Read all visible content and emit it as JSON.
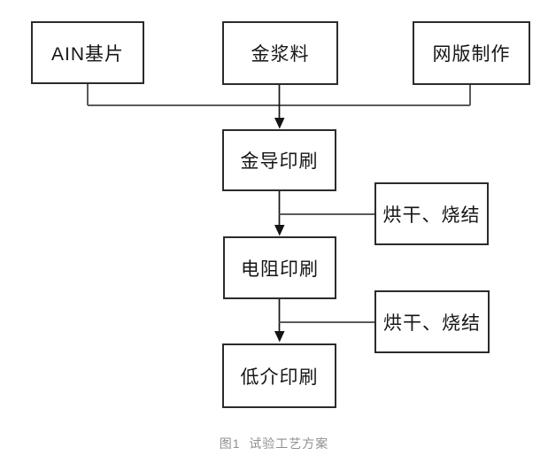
{
  "diagram": {
    "type": "flowchart",
    "nodes": {
      "ain_substrate": {
        "label": "AIN基片"
      },
      "gold_paste": {
        "label": "金浆料"
      },
      "screen_making": {
        "label": "网版制作"
      },
      "gold_conductor_print": {
        "label": "金导印刷"
      },
      "dry_sinter_1": {
        "label": "烘干、烧结"
      },
      "resistor_print": {
        "label": "电阻印刷"
      },
      "dry_sinter_2": {
        "label": "烘干、烧结"
      },
      "low_k_print": {
        "label": "低介印刷"
      }
    },
    "edges": [
      {
        "from": "AIN基片",
        "to": "金导印刷"
      },
      {
        "from": "金浆料",
        "to": "金导印刷"
      },
      {
        "from": "网版制作",
        "to": "金导印刷"
      },
      {
        "from": "金导印刷",
        "to": "电阻印刷",
        "side_process": "烘干、烧结"
      },
      {
        "from": "电阻印刷",
        "to": "低介印刷",
        "side_process": "烘干、烧结"
      }
    ],
    "caption": "图1  试验工艺方案",
    "colors": {
      "background": "#ffffff",
      "box_border": "#2b2b2b",
      "box_text": "#161616",
      "connector_line": "#5a5a5a",
      "arrow": "#141414",
      "caption_text": "#8f8f8f"
    }
  }
}
